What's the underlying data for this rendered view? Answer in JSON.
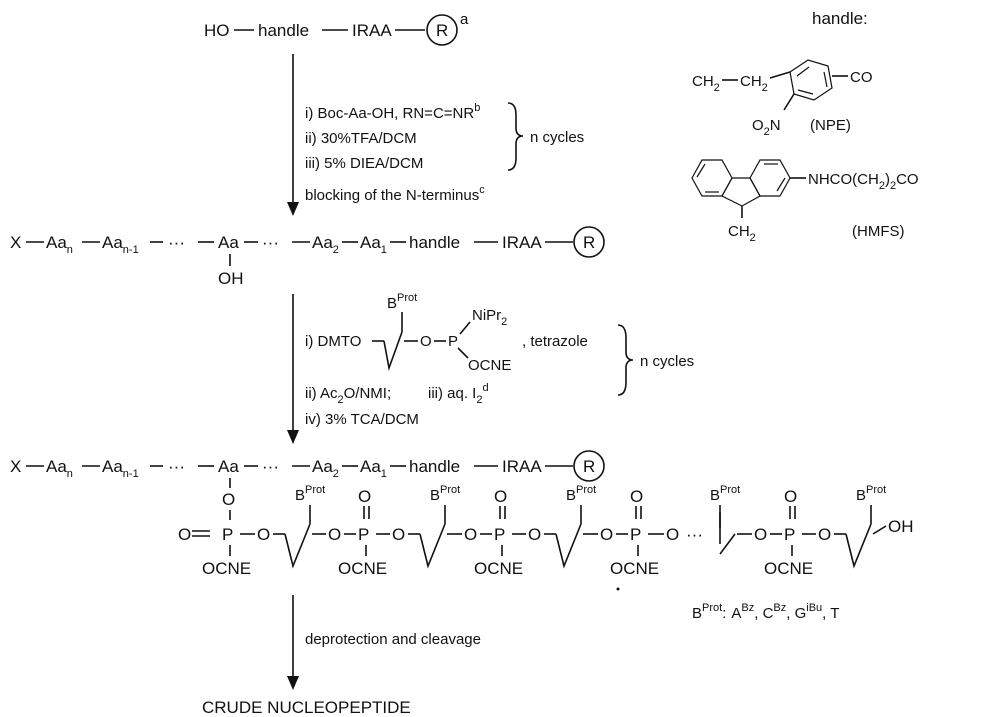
{
  "colors": {
    "ink": "#111111",
    "background": "#ffffff"
  },
  "top_reactant": {
    "ho": "HO",
    "handle": "handle",
    "iraa": "IRAA",
    "resin": "R",
    "footnote": "a"
  },
  "step1": {
    "line1": "i) Boc-Aa-OH,  RN=C=NR",
    "line1_sup": "b",
    "line2": "ii) 30%TFA/DCM",
    "line3": "iii) 5% DIEA/DCM",
    "cycles": "n cycles",
    "blocking": "blocking of the N-terminus",
    "blocking_sup": "c"
  },
  "intermediate": {
    "x": "X",
    "aa_n": "Aa",
    "aa_n_sub": "n",
    "aa_n1": "Aa",
    "aa_n1_sub": "n-1",
    "dots": "···",
    "aa": "Aa",
    "oh": "OH",
    "aa2": "Aa",
    "aa2_sub": "2",
    "aa1": "Aa",
    "aa1_sub": "1",
    "handle": "handle",
    "iraa": "IRAA",
    "resin": "R"
  },
  "step2": {
    "dmto": "i) DMTO",
    "b": "B",
    "b_sup": "Prot",
    "o": "O",
    "p": "P",
    "nipr": "NiPr",
    "nipr_sub": "2",
    "ocne": "OCNE",
    "tetrazole": ", tetrazole",
    "ac2o": "ii) Ac",
    "ac2o_sub": "2",
    "ac2o_rest": "O/NMI;",
    "iodine": "iii) aq. I",
    "iodine_sub": "2",
    "iodine_sup": "d",
    "tca": "iv) 3% TCA/DCM",
    "cycles": "n cycles"
  },
  "product": {
    "x": "X",
    "aa": "Aa",
    "aa_n_sub": "n",
    "aa_n1_sub": "n-1",
    "aa2_sub": "2",
    "aa1_sub": "1",
    "dots": "···",
    "handle": "handle",
    "iraa": "IRAA",
    "resin": "R",
    "o": "O",
    "p": "P",
    "b": "B",
    "b_sup": "Prot",
    "ocne": "OCNE",
    "oh": "OH"
  },
  "legend": {
    "bprot": "B",
    "bprot_sup": "Prot",
    "colon": ":",
    "a": "A",
    "a_sup": "Bz",
    "c": ", C",
    "c_sup": "Bz",
    "g": ", G",
    "g_sup": "iBu",
    "t": ", T"
  },
  "step3": {
    "label": "deprotection and cleavage"
  },
  "final": {
    "label": "CRUDE NUCLEOPEPTIDE"
  },
  "handles": {
    "title": "handle:",
    "npe": {
      "ch2a": "CH",
      "ch2a_sub": "2",
      "ch2b": "CH",
      "ch2b_sub": "2",
      "co": "CO",
      "o2n_o": "O",
      "o2n_sub": "2",
      "o2n_n": "N",
      "label": "(NPE)"
    },
    "hmfs": {
      "group": "NHCO(CH",
      "group_sub": "2",
      "group_rest": ")",
      "group_sub2": "2",
      "group_end": "CO",
      "ch2": "CH",
      "ch2_sub": "2",
      "label": "(HMFS)"
    }
  }
}
